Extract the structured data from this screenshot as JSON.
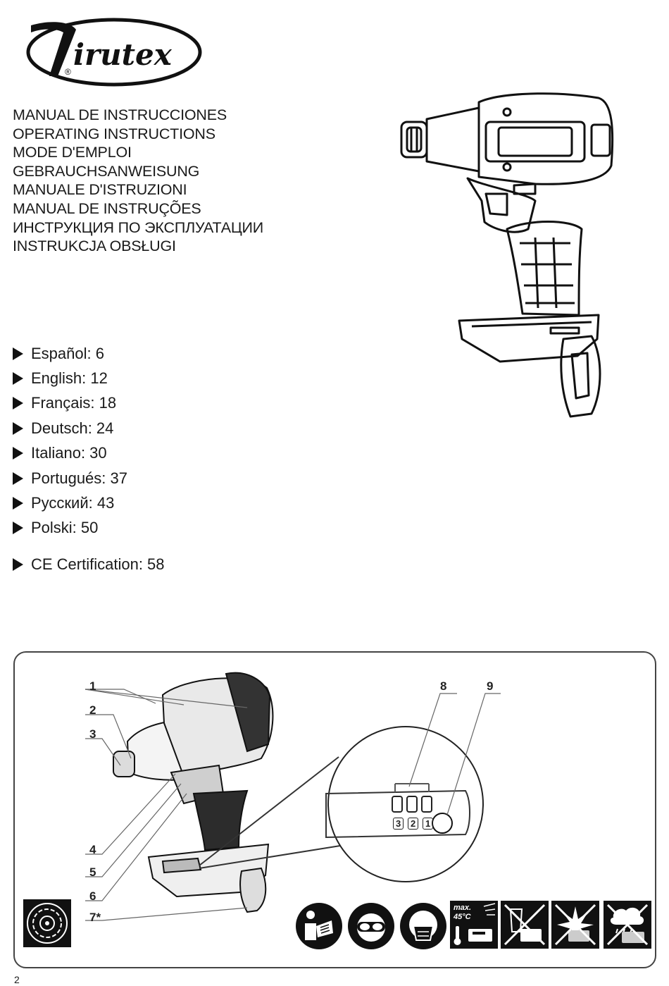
{
  "brand": {
    "logo_text": "Virutex",
    "registered_mark": "®"
  },
  "titles": [
    "MANUAL DE INSTRUCCIONES",
    "OPERATING INSTRUCTIONS",
    "MODE D'EMPLOI",
    "GEBRAUCHSANWEISUNG",
    "MANUALE D'ISTRUZIONI",
    "MANUAL DE INSTRUÇÕES",
    "ИНСТРУКЦИЯ ПО ЭКСПЛУАТАЦИИ",
    "INSTRUKCJA OBSŁUGI"
  ],
  "toc": [
    {
      "label": "Español: 6"
    },
    {
      "label": "English: 12"
    },
    {
      "label": "Français: 18"
    },
    {
      "label": "Deutsch: 24"
    },
    {
      "label": "Italiano: 30"
    },
    {
      "label": "Portugués: 37"
    },
    {
      "label": "Русский: 43"
    },
    {
      "label": "Polski: 50"
    }
  ],
  "toc_extra": {
    "label": "CE Certification: 58"
  },
  "diagram": {
    "callouts": [
      "1",
      "2",
      "3",
      "4",
      "5",
      "6",
      "7*",
      "8",
      "9"
    ],
    "indicator_digits": [
      "3",
      "2",
      "1"
    ],
    "temperature_label": "max.",
    "temperature_value": "45°C"
  },
  "icons": [
    "disc-label-icon",
    "read-manual-icon",
    "safety-goggles-icon",
    "dust-mask-icon",
    "max-temperature-icon",
    "no-disposal-icon",
    "no-fire-icon",
    "no-rain-icon"
  ],
  "page_number": "2"
}
